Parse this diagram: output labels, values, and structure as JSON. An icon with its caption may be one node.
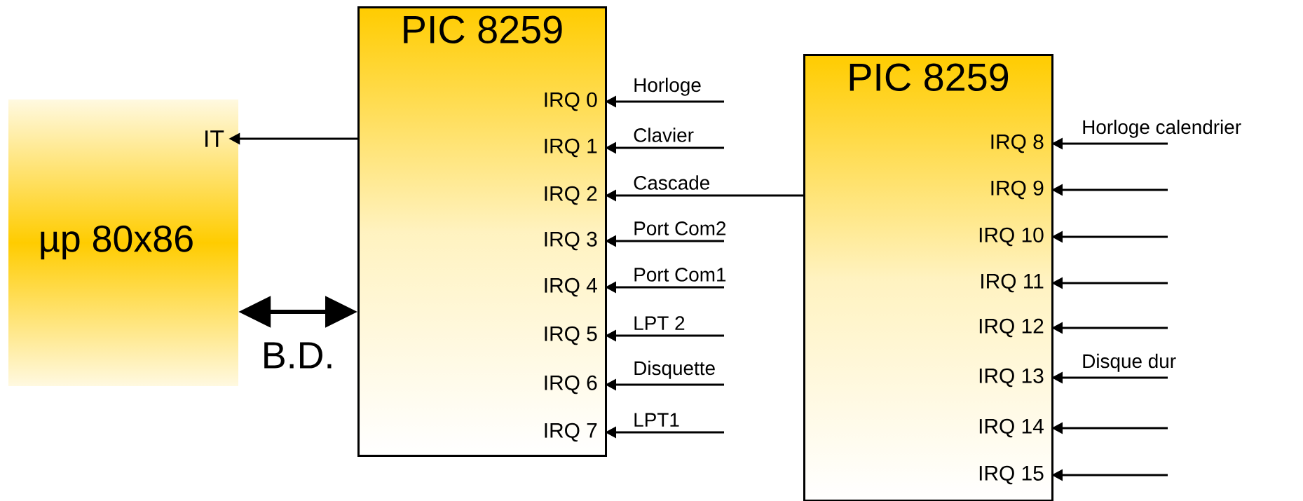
{
  "diagram": {
    "nodes": [
      {
        "text": [
          "µp 80x86"
        ]
      },
      {
        "text": [
          "IT"
        ]
      },
      {
        "text": [
          "PIC 8259"
        ]
      },
      {
        "text": [
          "IRQ 0"
        ],
        "in": 2
      },
      {
        "text": [
          "IRQ 1"
        ],
        "in": 2
      },
      {
        "text": [
          "IRQ 2"
        ],
        "in": 2
      },
      {
        "text": [
          "IRQ 3"
        ],
        "in": 2
      },
      {
        "text": [
          "IRQ 4"
        ],
        "in": 2
      },
      {
        "text": [
          "IRQ 5"
        ],
        "in": 2
      },
      {
        "text": [
          "IRQ 6"
        ],
        "in": 2
      },
      {
        "text": [
          "IRQ 7"
        ],
        "in": 2
      },
      {
        "text": [
          "PIC 8259"
        ]
      },
      {
        "text": [
          "IRQ 8"
        ],
        "in": 11
      },
      {
        "text": [
          "IRQ 9"
        ],
        "in": 11
      },
      {
        "text": [
          "IRQ 10"
        ],
        "in": 11
      },
      {
        "text": [
          "IRQ 11"
        ],
        "in": 11
      },
      {
        "text": [
          "IRQ 12"
        ],
        "in": 11
      },
      {
        "text": [
          "IRQ 13"
        ],
        "in": 11
      },
      {
        "text": [
          "IRQ 14"
        ],
        "in": 11
      },
      {
        "text": [
          "IRQ 15"
        ],
        "in": 11
      }
    ],
    "edges": [
      {
        "from": 2,
        "to": 1,
        "arrow": "to"
      },
      {
        "from": 0,
        "to": 2,
        "arrow": "both",
        "style": "thick",
        "label": "B.D."
      },
      {
        "from": null,
        "to": 3,
        "arrow": "to",
        "label": "Horloge"
      },
      {
        "from": null,
        "to": 4,
        "arrow": "to",
        "label": "Clavier"
      },
      {
        "from": 11,
        "to": 5,
        "arrow": "to",
        "label": "Cascade"
      },
      {
        "from": null,
        "to": 6,
        "arrow": "to",
        "label": "Port Com2"
      },
      {
        "from": null,
        "to": 7,
        "arrow": "to",
        "label": "Port Com1"
      },
      {
        "from": null,
        "to": 8,
        "arrow": "to",
        "label": "LPT 2"
      },
      {
        "from": null,
        "to": 9,
        "arrow": "to",
        "label": "Disquette"
      },
      {
        "from": null,
        "to": 10,
        "arrow": "to",
        "label": "LPT1"
      },
      {
        "from": null,
        "to": 12,
        "arrow": "to",
        "label": "Horloge calendrier"
      },
      {
        "from": null,
        "to": 13,
        "arrow": "to"
      },
      {
        "from": null,
        "to": 14,
        "arrow": "to"
      },
      {
        "from": null,
        "to": 15,
        "arrow": "to"
      },
      {
        "from": null,
        "to": 16,
        "arrow": "to"
      },
      {
        "from": null,
        "to": 17,
        "arrow": "to",
        "label": "Disque dur"
      },
      {
        "from": null,
        "to": 18,
        "arrow": "to"
      },
      {
        "from": null,
        "to": 19,
        "arrow": "to"
      }
    ]
  }
}
